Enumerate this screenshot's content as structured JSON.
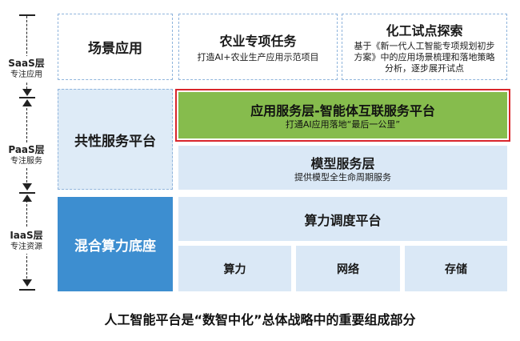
{
  "layers": [
    {
      "name": "SaaS层",
      "sub": "专注应用"
    },
    {
      "name": "PaaS层",
      "sub": "专注服务"
    },
    {
      "name": "IaaS层",
      "sub": "专注资源"
    }
  ],
  "saas": {
    "left": "场景应用",
    "agriculture": {
      "title": "农业专项任务",
      "desc": "打造AI+农业生产应用示范项目"
    },
    "chemical": {
      "title": "化工试点探索",
      "desc": "基于《新一代人工智能专项规划初步方案》中的应用场景梳理和落地策略分析，逐步展开试点"
    }
  },
  "paas": {
    "left": "共性服务平台",
    "app_layer": {
      "title": "应用服务层-智能体互联服务平台",
      "desc": "打通AI应用落地“最后一公里”"
    },
    "model_layer": {
      "title": "模型服务层",
      "desc": "提供模型全生命周期服务"
    }
  },
  "iaas": {
    "left": "混合算力底座",
    "scheduler": "算力调度平台",
    "items": [
      "算力",
      "网络",
      "存储"
    ]
  },
  "footer": "人工智能平台是“数智中化”总体战略中的重要组成部分",
  "colors": {
    "accent_blue": "#3d8ed0",
    "green": "#86bc4d",
    "pale_blue": "#deebf7",
    "red_frame": "#d9262c",
    "dashed_border": "#8fb4dc"
  }
}
